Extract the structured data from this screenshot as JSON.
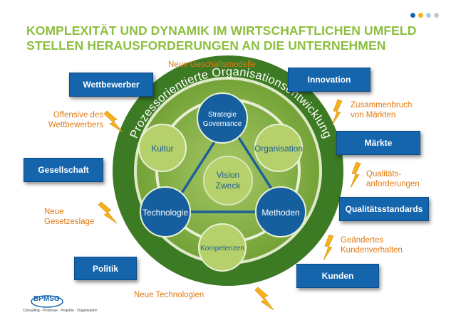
{
  "title": {
    "line1": "KOMPLEXITÄT UND DYNAMIK IM WIRTSCHAFTLICHEN UMFELD",
    "line2": "STELLEN HERAUSFORDERUNGEN AN DIE UNTERNEHMEN"
  },
  "boxes": {
    "wettbewerber": "Wettbewerber",
    "gesellschaft": "Gesellschaft",
    "politik": "Politik",
    "innovation": "Innovation",
    "maerkte": "Märkte",
    "qualitaetsstandards": "Qualitätsstandards",
    "kunden": "Kunden"
  },
  "labels": {
    "neue_geschaeftsmodelle": "Neue Geschäftsmodelle",
    "offensive_1": "Offensive des",
    "offensive_2": "Wettbewerbers",
    "gesetzeslage_1": "Neue",
    "gesetzeslage_2": "Gesetzeslage",
    "neue_technologien": "Neue Technologien",
    "zusammenbruch_1": "Zusammenbruch",
    "zusammenbruch_2": "von Märkten",
    "qualitaet_1": "Qualitäts-",
    "qualitaet_2": "anforderungen",
    "kundenverhalten_1": "Geändertes",
    "kundenverhalten_2": "Kundenverhalten"
  },
  "ring_text": "Prozessorientierte Organisationsentwicklung",
  "nodes": {
    "strategie_1": "Strategie",
    "strategie_2": "Governance",
    "organisation": "Organisation",
    "methoden": "Methoden",
    "kompetenzen": "Kompetenzen",
    "technologie": "Technologie",
    "kultur": "Kultur",
    "vision_1": "Vision",
    "vision_2": "Zweck"
  },
  "logo": {
    "name": "BPMSG",
    "tagline": "Consulting · Prozesse · Projekte · Organisation"
  },
  "colors": {
    "title_green": "#8cbf3f",
    "box_blue": "#1565ad",
    "label_orange": "#e07a14",
    "bolt_yellow": "#f5b21a",
    "dark_green": "#3d7a24",
    "mid_green": "#6fa437",
    "light_green": "#b5cf6c",
    "node_blue": "#155f9f"
  },
  "header_dots": [
    "#1565ad",
    "#f5b21a",
    "#aacbe8",
    "#c8c8c8"
  ],
  "icons": [
    "lightning-bolt-icon"
  ]
}
